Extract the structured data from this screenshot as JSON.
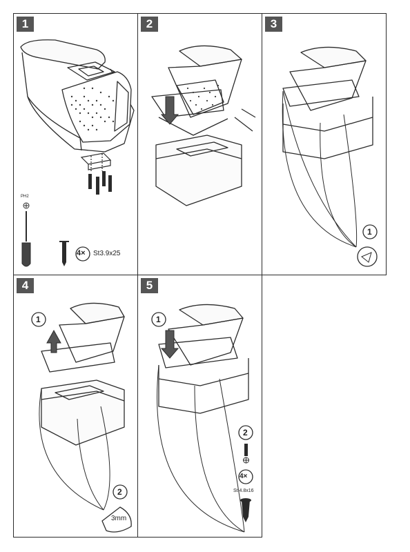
{
  "steps": [
    {
      "number": "1"
    },
    {
      "number": "2"
    },
    {
      "number": "3"
    },
    {
      "number": "4"
    },
    {
      "number": "5"
    }
  ],
  "step1": {
    "driver_type": "PH2",
    "screw_count": "4×",
    "screw_spec": "St3.9x25"
  },
  "step3": {
    "substep": "1"
  },
  "step4": {
    "substep_1": "1",
    "substep_2": "2",
    "hex_size": "3mm"
  },
  "step5": {
    "substep_1": "1",
    "substep_2": "2",
    "screw_count": "4×",
    "screw_spec": "St 4.8x16"
  },
  "colors": {
    "badge_bg": "#555555",
    "line": "#2b2b2b",
    "perforation": "#3a3a3a"
  }
}
